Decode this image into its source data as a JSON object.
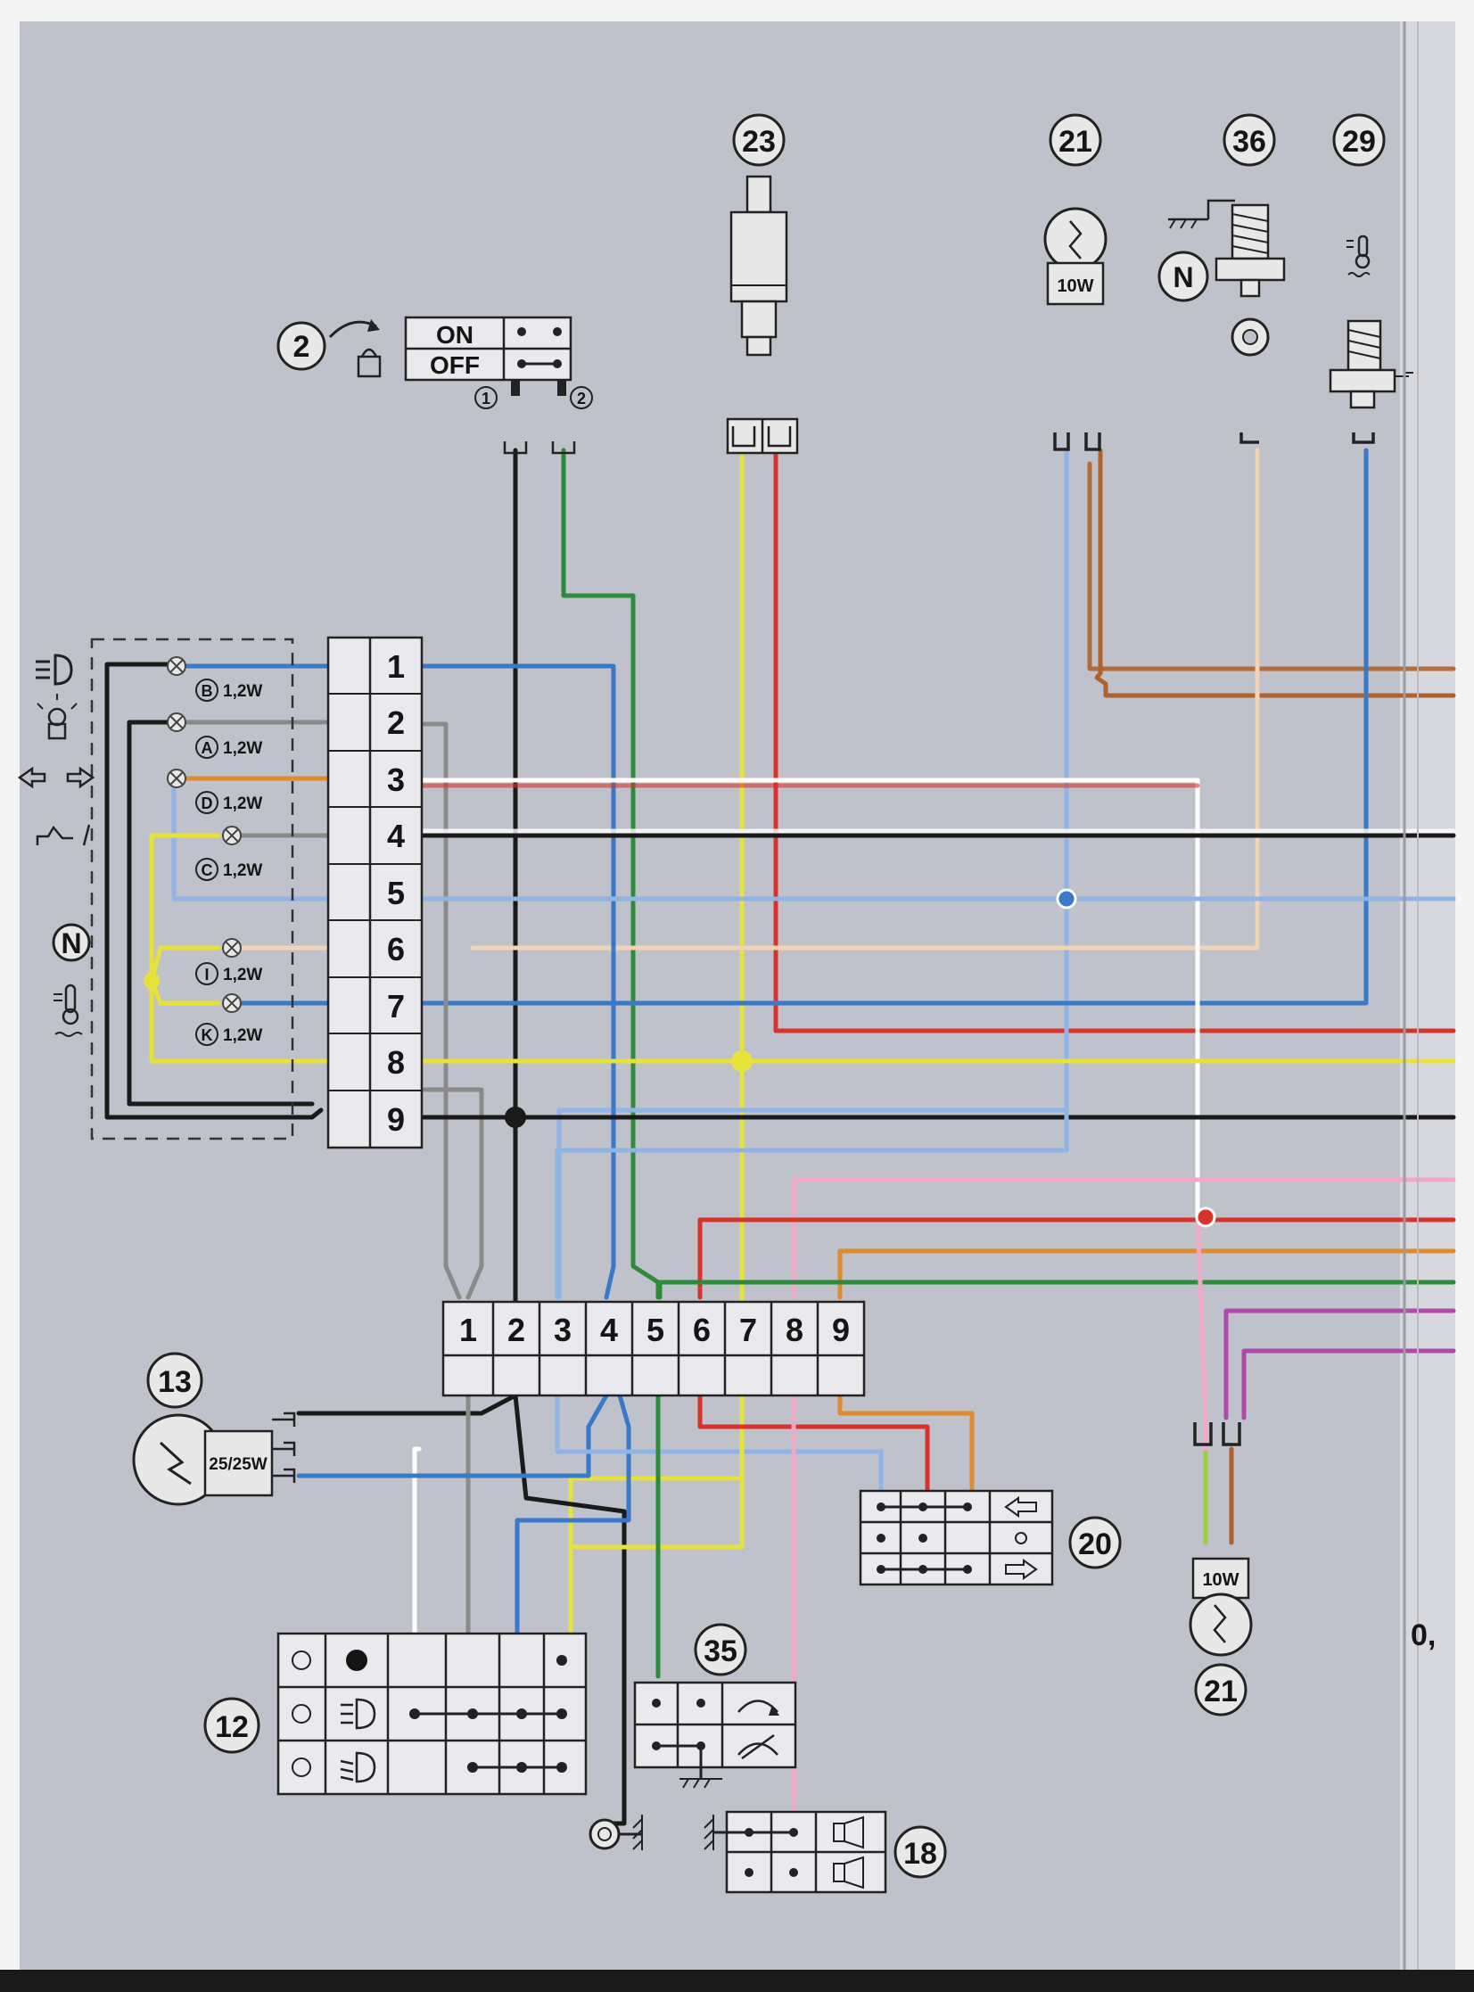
{
  "components": {
    "c2": "2",
    "c23": "23",
    "c21a": "21",
    "c36": "36",
    "c29": "29",
    "c13": "13",
    "c12": "12",
    "c35": "35",
    "c18": "18",
    "c20": "20",
    "c21b": "21"
  },
  "ignition": {
    "on": "ON",
    "off": "OFF",
    "term1": "1",
    "term2": "2"
  },
  "bulbs": {
    "b21a": "10W",
    "b21b": "10W",
    "b13": "25/25W"
  },
  "neutral_letter": "N",
  "indicators": [
    {
      "letter": "B",
      "power": "1,2W"
    },
    {
      "letter": "A",
      "power": "1,2W"
    },
    {
      "letter": "D",
      "power": "1,2W"
    },
    {
      "letter": "C",
      "power": "1,2W"
    },
    {
      "letter": "I",
      "power": "1,2W"
    },
    {
      "letter": "K",
      "power": "1,2W"
    }
  ],
  "panel_pins": [
    "1",
    "2",
    "3",
    "4",
    "5",
    "6",
    "7",
    "8",
    "9"
  ],
  "harness_pins": [
    "1",
    "2",
    "3",
    "4",
    "5",
    "6",
    "7",
    "8",
    "9"
  ],
  "edge_text": "0,",
  "colors": {
    "background": "#bfc2cb",
    "black": "#1a1a1a",
    "blue": "#3a78c8",
    "light_blue": "#8fb4e6",
    "green": "#2e8b3a",
    "yellow": "#e6e23a",
    "red": "#d8332a",
    "brown": "#b0622c",
    "orange": "#e08a2c",
    "gray": "#8a8a8a",
    "pink": "#f0a8c6",
    "white": "#ffffff",
    "beige": "#f2d3b4",
    "purple": "#b04aa8"
  }
}
